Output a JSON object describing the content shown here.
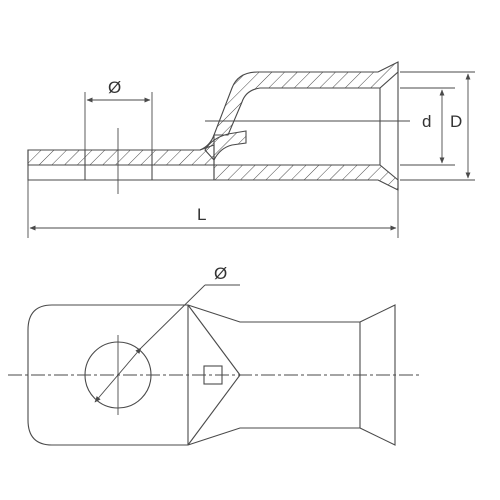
{
  "diagram": {
    "labels": {
      "hole_diameter_side": "Ø",
      "inner_diameter": "d",
      "outer_diameter": "D",
      "length": "L",
      "hole_diameter_top": "Ø"
    }
  },
  "colors": {
    "line": "#4a4a4a",
    "centerline": "#555555",
    "background": "#ffffff"
  }
}
